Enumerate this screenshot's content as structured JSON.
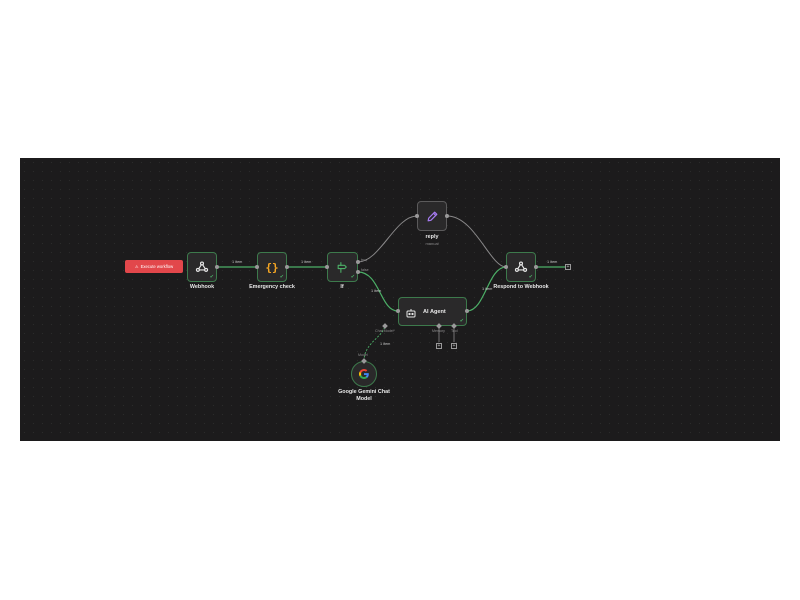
{
  "toolbar": {
    "execute_label": "Execute workflow"
  },
  "nodes": {
    "webhook": {
      "label": "Webhook"
    },
    "emergency": {
      "label": "Emergency check",
      "icon_text": "{}"
    },
    "if": {
      "label": "If",
      "true_label": "true",
      "false_label": "false"
    },
    "reply": {
      "label": "reply",
      "sublabel": "manual"
    },
    "agent": {
      "label": "AI Agent",
      "handles": {
        "chat_model": "Chat Model*",
        "memory": "Memory",
        "tool": "Tool"
      }
    },
    "respond": {
      "label": "Respond to Webhook"
    },
    "gemini": {
      "label_line1": "Google Gemini Chat",
      "label_line2": "Model",
      "handle": "Model"
    }
  },
  "edges": {
    "webhook_emergency": "1 item",
    "emergency_if": "1 item",
    "if_agent": "1 item",
    "agent_respond": "1 item",
    "respond_out": "1 item",
    "gemini_agent": "1 item"
  },
  "colors": {
    "accent_red": "#e2474b",
    "success_green": "#4caf67",
    "canvas_bg": "#1c1b1c",
    "code_orange": "#f5a623",
    "reply_purple": "#a77bf3"
  }
}
